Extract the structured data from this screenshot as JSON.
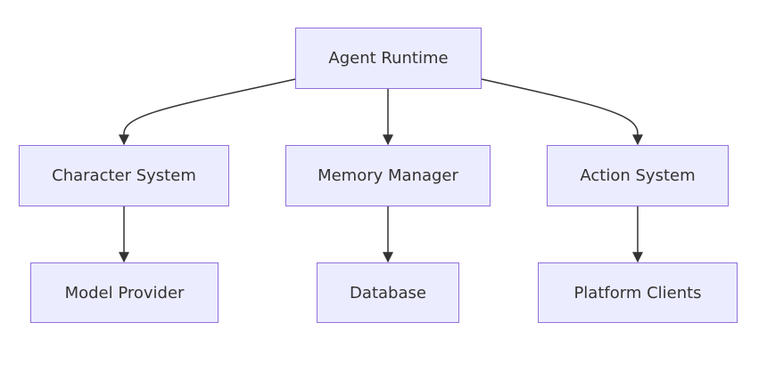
{
  "diagram": {
    "nodes": {
      "agent_runtime": "Agent Runtime",
      "character_system": "Character System",
      "memory_manager": "Memory Manager",
      "action_system": "Action System",
      "model_provider": "Model Provider",
      "database": "Database",
      "platform_clients": "Platform Clients"
    },
    "edges": [
      {
        "from": "agent_runtime",
        "to": "character_system"
      },
      {
        "from": "agent_runtime",
        "to": "memory_manager"
      },
      {
        "from": "agent_runtime",
        "to": "action_system"
      },
      {
        "from": "character_system",
        "to": "model_provider"
      },
      {
        "from": "memory_manager",
        "to": "database"
      },
      {
        "from": "action_system",
        "to": "platform_clients"
      }
    ],
    "colors": {
      "node_fill": "#ECECFF",
      "node_border": "#9370DB",
      "text": "#333333",
      "edge": "#333333"
    }
  }
}
